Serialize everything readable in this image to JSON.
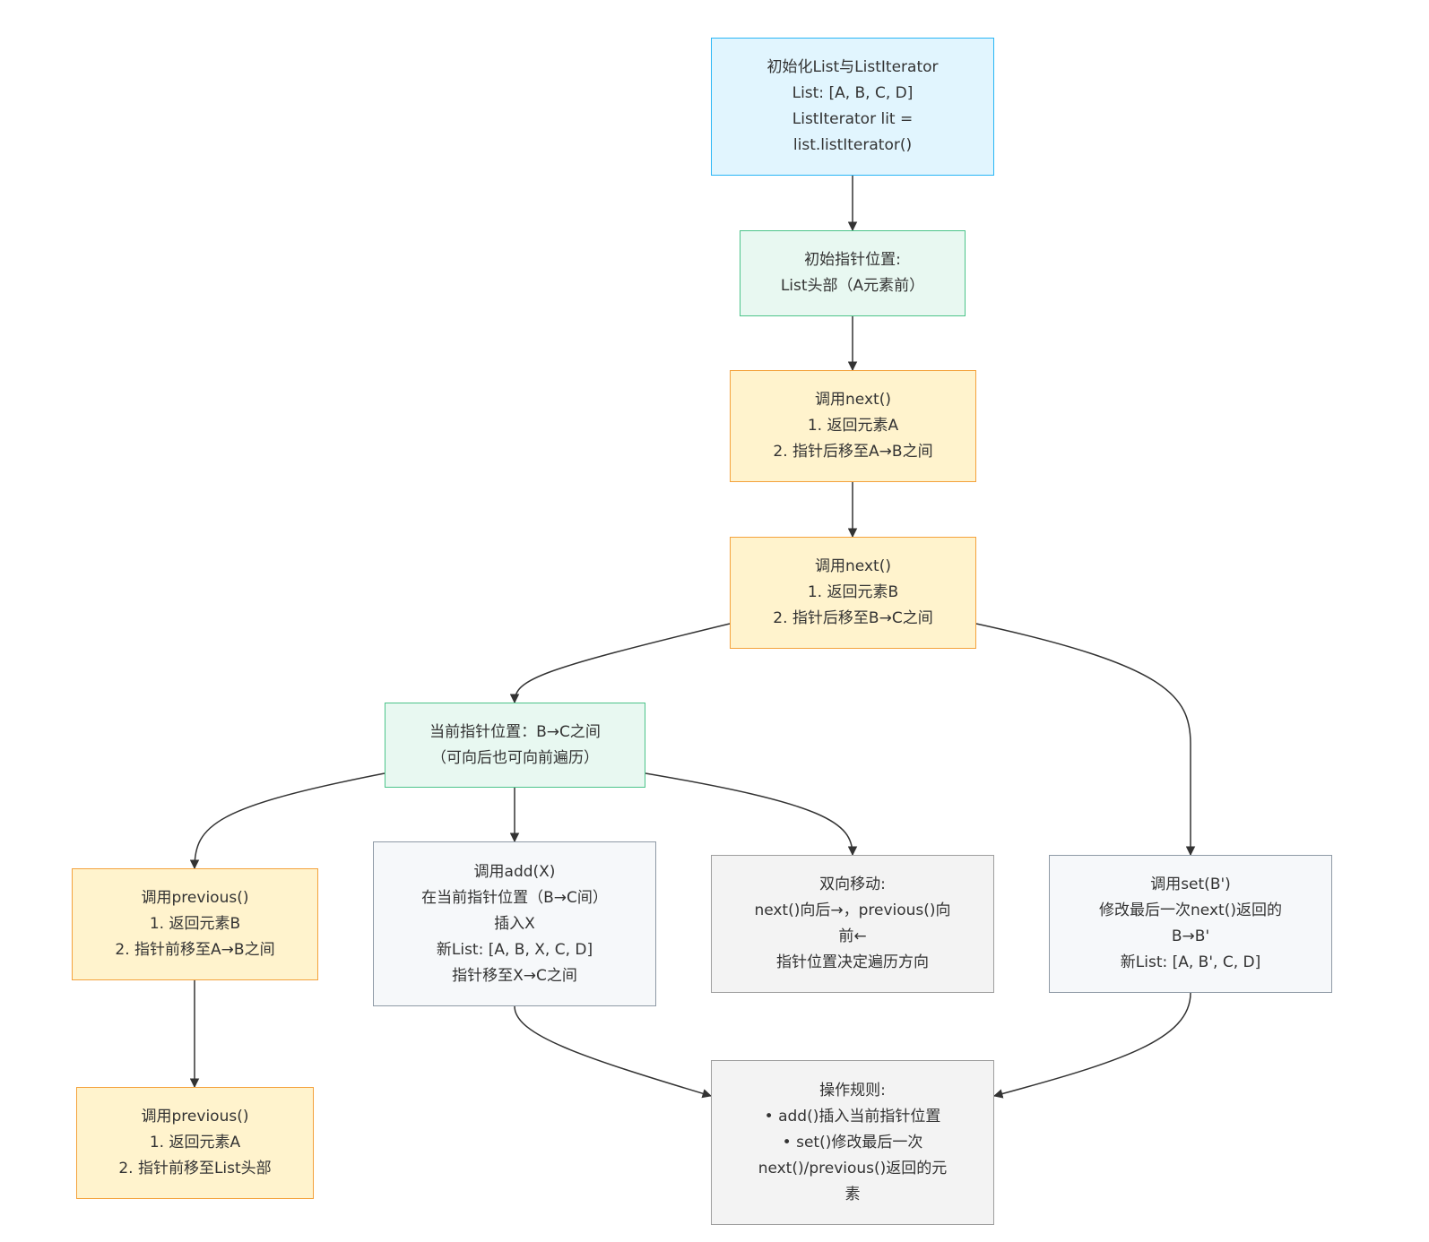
{
  "nodes": [
    {
      "id": "init",
      "style": "blue",
      "lines": [
        "初始化List与ListIterator",
        "List: [A, B, C, D]",
        "ListIterator lit =",
        "list.listIterator()"
      ]
    },
    {
      "id": "start",
      "style": "green",
      "lines": [
        "初始指针位置:",
        "List头部（A元素前）"
      ]
    },
    {
      "id": "next1",
      "style": "orange",
      "lines": [
        "调用next()",
        "1. 返回元素A",
        "2. 指针后移至A→B之间"
      ]
    },
    {
      "id": "next2",
      "style": "orange",
      "lines": [
        "调用next()",
        "1. 返回元素B",
        "2. 指针后移至B→C之间"
      ]
    },
    {
      "id": "current",
      "style": "green",
      "lines": [
        "当前指针位置：B→C之间",
        "（可向后也可向前遍历）"
      ]
    },
    {
      "id": "prev1",
      "style": "orange",
      "lines": [
        "调用previous()",
        "1. 返回元素B",
        "2. 指针前移至A→B之间"
      ]
    },
    {
      "id": "add",
      "style": "slate",
      "lines": [
        "调用add(X)",
        "在当前指针位置（B→C间）",
        "插入X",
        "新List: [A, B, X, C, D]",
        "指针移至X→C之间"
      ]
    },
    {
      "id": "bidir",
      "style": "gray",
      "lines": [
        "双向移动:",
        "next()向后→，previous()向",
        "前←",
        "指针位置决定遍历方向"
      ]
    },
    {
      "id": "set",
      "style": "slate",
      "lines": [
        "调用set(B')",
        "修改最后一次next()返回的",
        "B→B'",
        "新List: [A, B', C, D]"
      ]
    },
    {
      "id": "prev2",
      "style": "orange",
      "lines": [
        "调用previous()",
        "1. 返回元素A",
        "2. 指针前移至List头部"
      ]
    },
    {
      "id": "rules",
      "style": "gray",
      "lines": [
        "操作规则:",
        "• add()插入当前指针位置",
        "• set()修改最后一次",
        "next()/previous()返回的元",
        "素"
      ]
    }
  ],
  "edges": [
    {
      "from": "init",
      "to": "start"
    },
    {
      "from": "start",
      "to": "next1"
    },
    {
      "from": "next1",
      "to": "next2"
    },
    {
      "from": "next2",
      "to": "current"
    },
    {
      "from": "next2",
      "to": "set"
    },
    {
      "from": "current",
      "to": "prev1"
    },
    {
      "from": "current",
      "to": "add"
    },
    {
      "from": "current",
      "to": "bidir"
    },
    {
      "from": "prev1",
      "to": "prev2"
    },
    {
      "from": "add",
      "to": "rules"
    },
    {
      "from": "set",
      "to": "rules"
    }
  ]
}
